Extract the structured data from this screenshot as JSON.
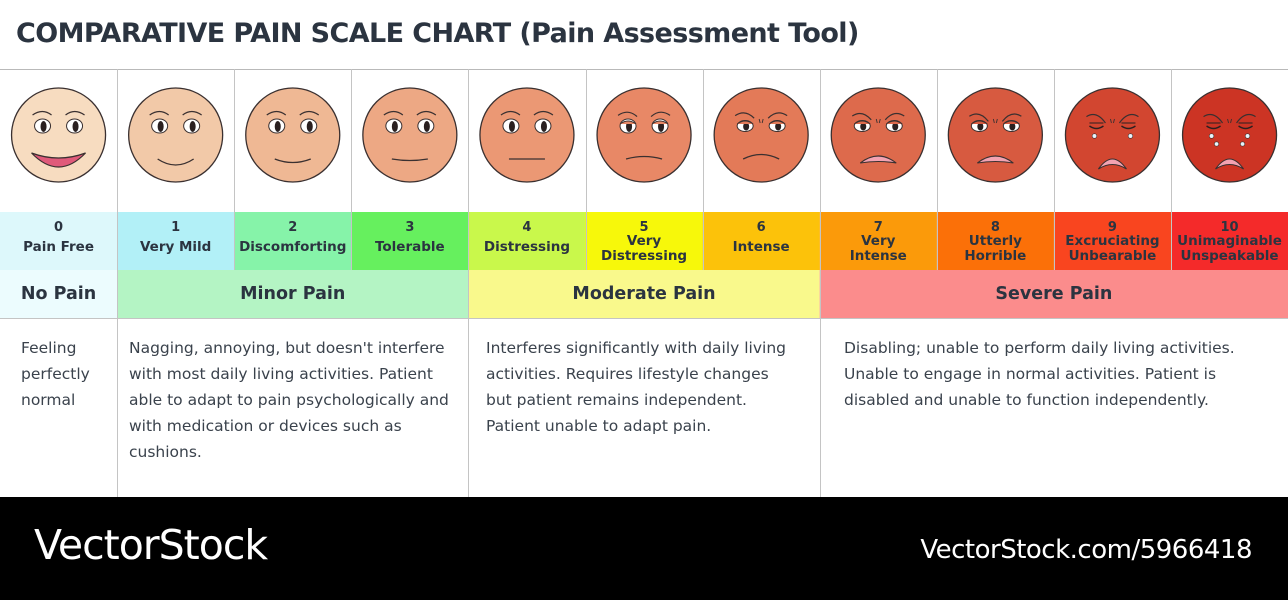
{
  "title": "COMPARATIVE PAIN SCALE CHART (Pain Assessment Tool)",
  "levels": [
    {
      "num": "0",
      "lines": [
        "Pain Free"
      ],
      "bg": "#ddf8fb",
      "face": "#f7dcc0"
    },
    {
      "num": "1",
      "lines": [
        "Very Mild"
      ],
      "bg": "#b2f0f7",
      "face": "#f2c9a8"
    },
    {
      "num": "2",
      "lines": [
        "Discomforting"
      ],
      "bg": "#86f3a9",
      "face": "#efb894"
    },
    {
      "num": "3",
      "lines": [
        "Tolerable"
      ],
      "bg": "#66f05e",
      "face": "#eda884"
    },
    {
      "num": "4",
      "lines": [
        "Distressing"
      ],
      "bg": "#c9f84b",
      "face": "#eb9874"
    },
    {
      "num": "5",
      "lines": [
        "Very",
        "Distressing"
      ],
      "bg": "#f7f80a",
      "face": "#e88866"
    },
    {
      "num": "6",
      "lines": [
        "Intense"
      ],
      "bg": "#fcc20a",
      "face": "#e37a58"
    },
    {
      "num": "7",
      "lines": [
        "Very",
        "Intense"
      ],
      "bg": "#fb9a0a",
      "face": "#dd6a4c"
    },
    {
      "num": "8",
      "lines": [
        "Utterly",
        "Horrible"
      ],
      "bg": "#fb7008",
      "face": "#d75a40"
    },
    {
      "num": "9",
      "lines": [
        "Excruciating",
        "Unbearable"
      ],
      "bg": "#f9451f",
      "face": "#d24630"
    },
    {
      "num": "10",
      "lines": [
        "Unimaginable",
        "Unspeakable"
      ],
      "bg": "#f42a2a",
      "face": "#cc3424"
    }
  ],
  "categories": [
    {
      "label": "No Pain",
      "bg": "#ecfcfe"
    },
    {
      "label": "Minor Pain",
      "bg": "#b4f4c4"
    },
    {
      "label": "Moderate Pain",
      "bg": "#f9f98c"
    },
    {
      "label": "Severe Pain",
      "bg": "#fb8c8c"
    }
  ],
  "descriptions": [
    "Feeling perfectly normal",
    "Nagging, annoying, but doesn't interfere with most daily living activities. Patient able to adapt to pain psychologically and  with medication or devices such as cushions.",
    "Interferes significantly with daily living activities. Requires lifestyle changes but patient remains independent. Patient unable to adapt pain.",
    "Disabling; unable to perform daily living activities. Unable to engage in normal activities. Patient is disabled and unable to function independently."
  ],
  "footer": {
    "brand": "VectorStock",
    "url": "VectorStock.com/5966418"
  }
}
